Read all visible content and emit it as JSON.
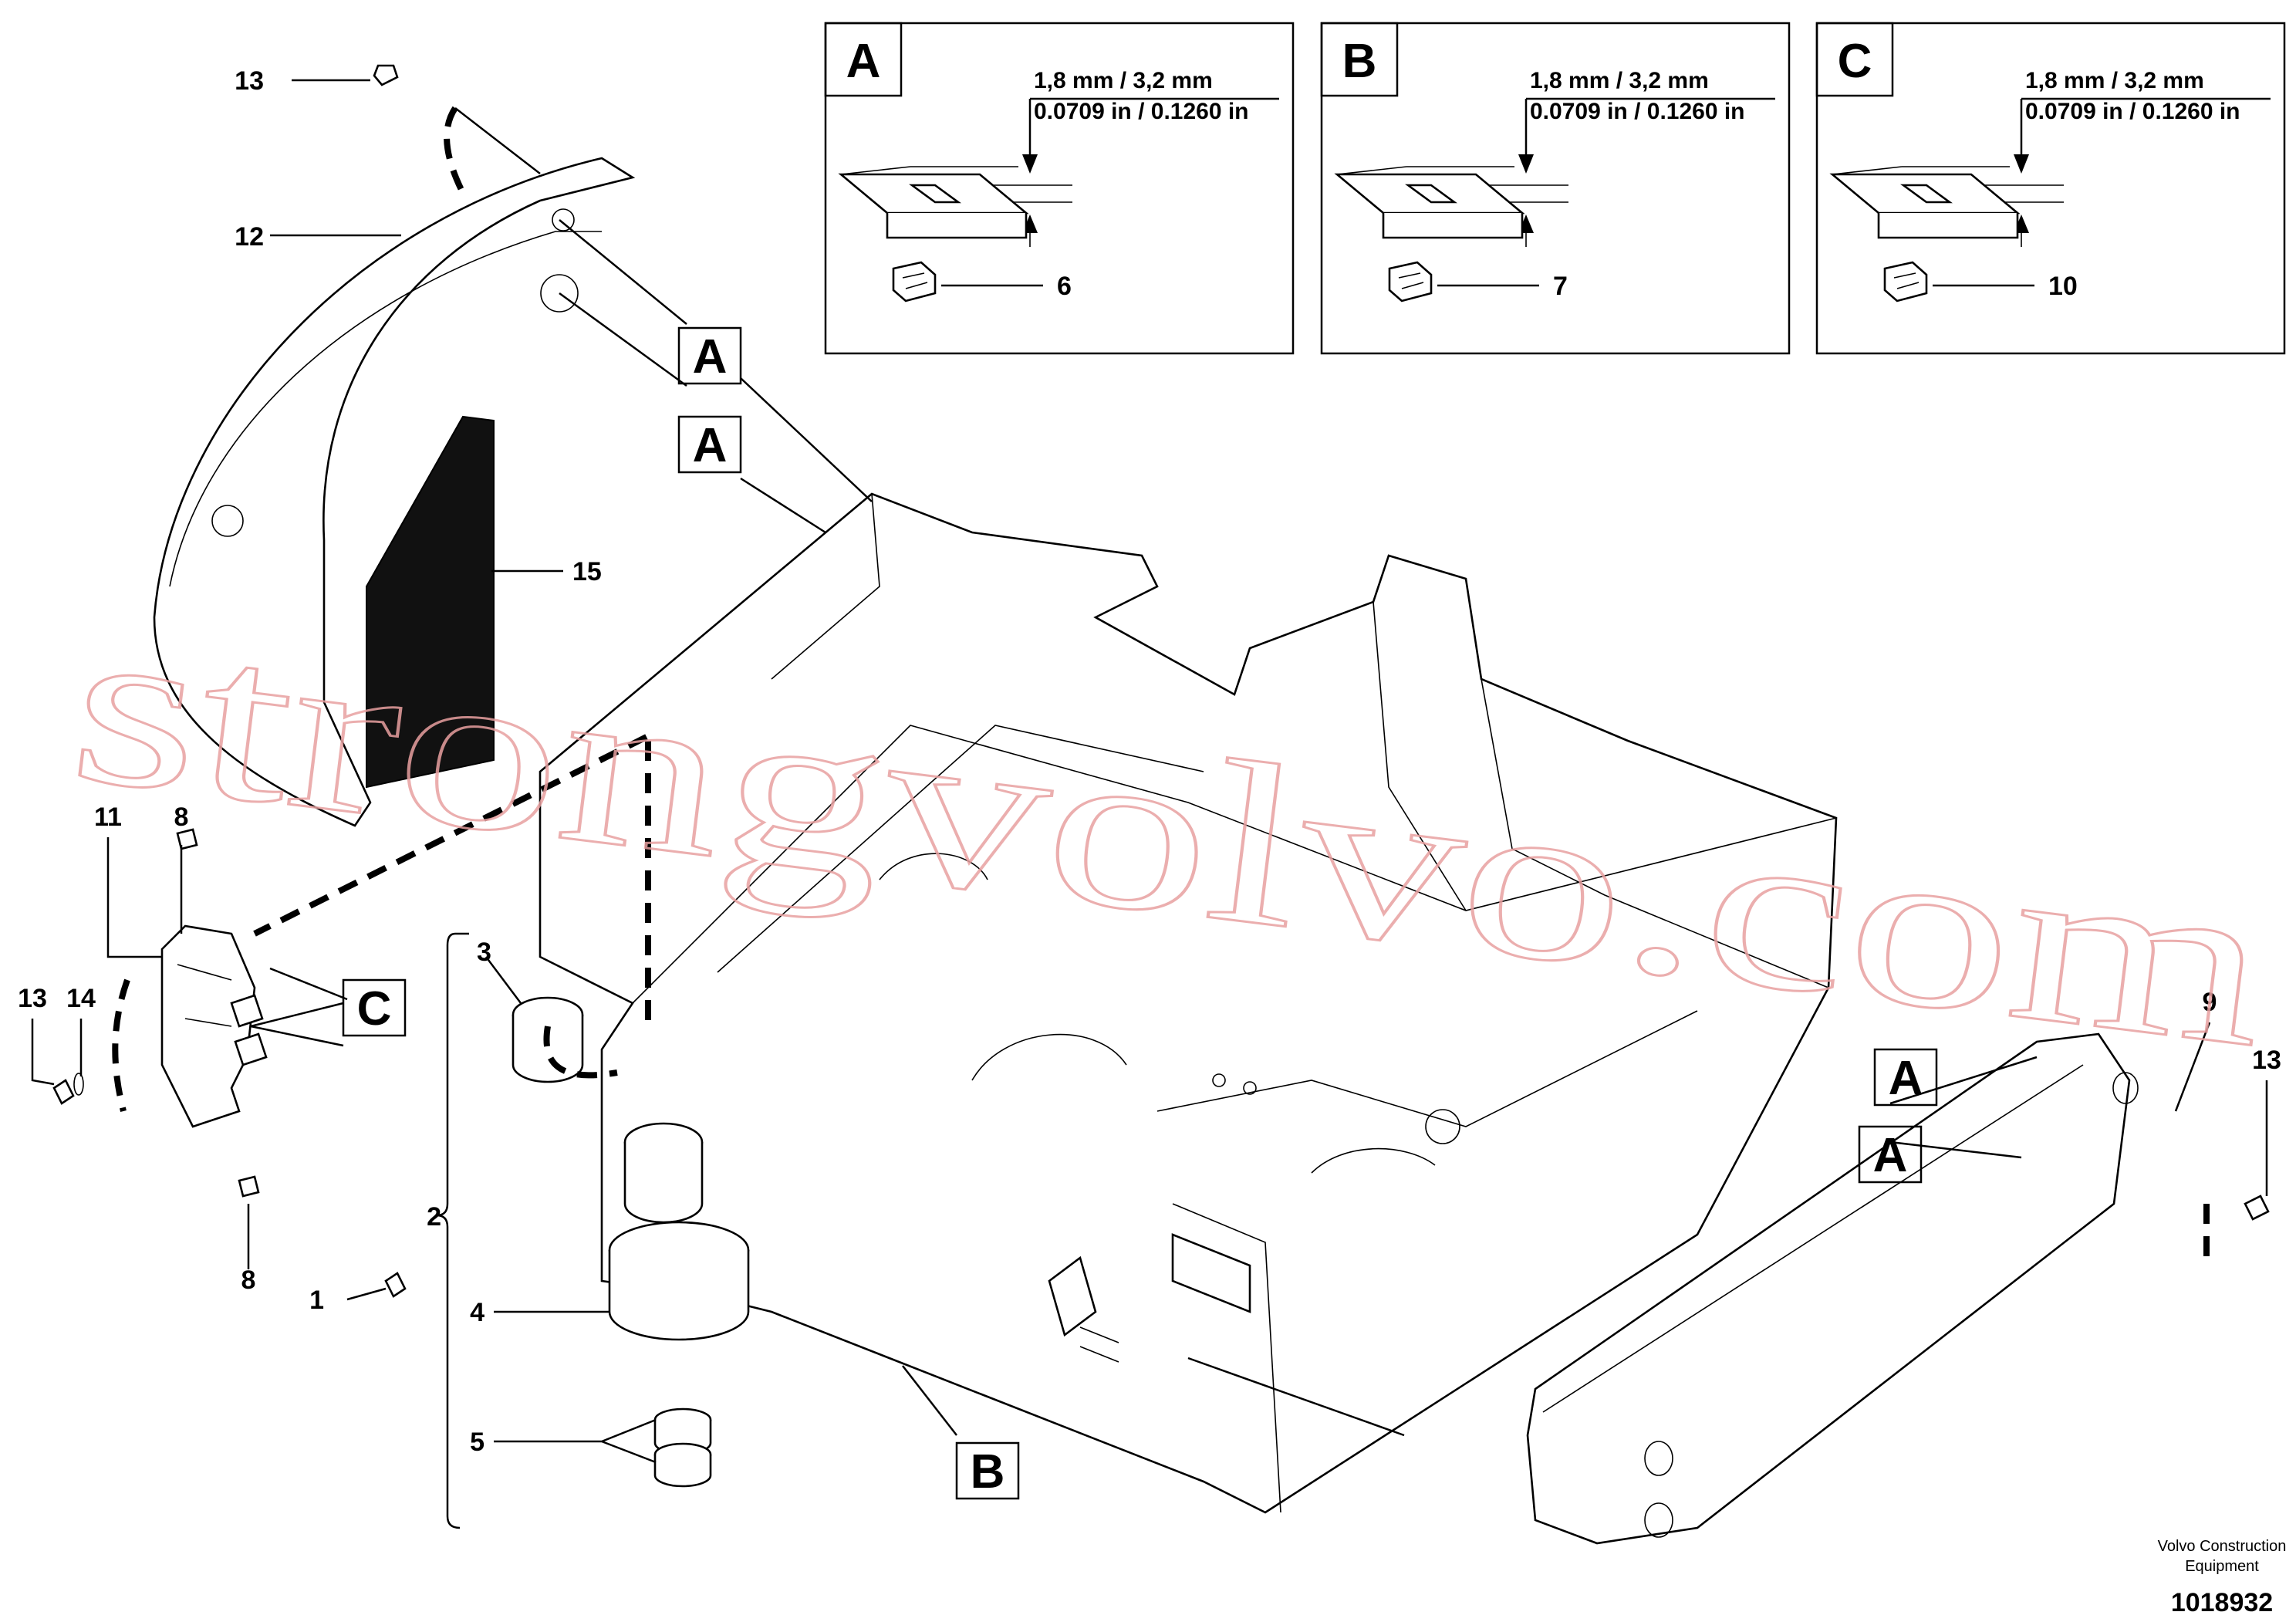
{
  "diagram": {
    "callouts": {
      "c1": "1",
      "c2": "2",
      "c3": "3",
      "c4": "4",
      "c5": "5",
      "c6": "6",
      "c7": "7",
      "c8a": "8",
      "c8b": "8",
      "c9": "9",
      "c10": "10",
      "c11": "11",
      "c12": "12",
      "c13a": "13",
      "c13b": "13",
      "c13c": "13",
      "c14": "14",
      "c15": "15"
    },
    "detail_boxes": [
      {
        "letter": "A",
        "dim_mm": "1,8 mm / 3,2 mm",
        "dim_in": "0.0709 in / 0.1260 in",
        "part": "6"
      },
      {
        "letter": "B",
        "dim_mm": "1,8 mm / 3,2 mm",
        "dim_in": "0.0709 in / 0.1260 in",
        "part": "7"
      },
      {
        "letter": "C",
        "dim_mm": "1,8 mm / 3,2 mm",
        "dim_in": "0.0709 in / 0.1260 in",
        "part": "10"
      }
    ],
    "refs": {
      "a1": "A",
      "a2": "A",
      "a3": "A",
      "a4": "A",
      "b1": "B",
      "c1": "C"
    },
    "footer": {
      "brand_line1": "Volvo Construction",
      "brand_line2": "Equipment",
      "drawing_number": "1018932"
    },
    "watermark": "strongvolvo.com"
  }
}
